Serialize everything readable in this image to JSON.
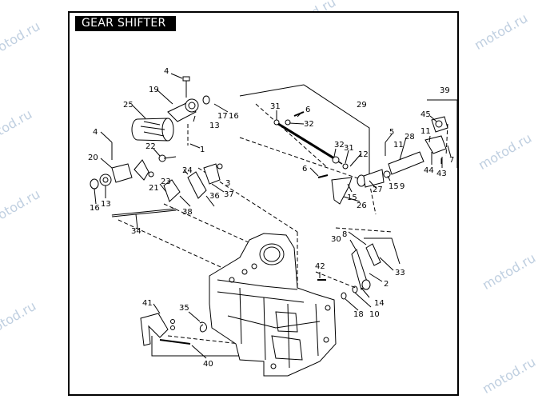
{
  "title": "GEAR SHIFTER",
  "watermark": "motod.ru",
  "part_labels": [
    {
      "id": "c1",
      "text": "1"
    },
    {
      "id": "c2",
      "text": "2"
    },
    {
      "id": "c3",
      "text": "3"
    },
    {
      "id": "c4a",
      "text": "4"
    },
    {
      "id": "c4b",
      "text": "4"
    },
    {
      "id": "c5",
      "text": "5"
    },
    {
      "id": "c6a",
      "text": "6"
    },
    {
      "id": "c6b",
      "text": "6"
    },
    {
      "id": "c7",
      "text": "7"
    },
    {
      "id": "c8",
      "text": "8"
    },
    {
      "id": "c9",
      "text": "9"
    },
    {
      "id": "c10",
      "text": "10"
    },
    {
      "id": "c11a",
      "text": "11"
    },
    {
      "id": "c11b",
      "text": "11"
    },
    {
      "id": "c12",
      "text": "12"
    },
    {
      "id": "c13a",
      "text": "13"
    },
    {
      "id": "c13b",
      "text": "13"
    },
    {
      "id": "c14",
      "text": "14"
    },
    {
      "id": "c15a",
      "text": "15"
    },
    {
      "id": "c15b",
      "text": "15"
    },
    {
      "id": "c16a",
      "text": "16"
    },
    {
      "id": "c16b",
      "text": "16"
    },
    {
      "id": "c17",
      "text": "17"
    },
    {
      "id": "c18",
      "text": "18"
    },
    {
      "id": "c19",
      "text": "19"
    },
    {
      "id": "c20",
      "text": "20"
    },
    {
      "id": "c21",
      "text": "21"
    },
    {
      "id": "c22",
      "text": "22"
    },
    {
      "id": "c23",
      "text": "23"
    },
    {
      "id": "c24",
      "text": "24"
    },
    {
      "id": "c25",
      "text": "25"
    },
    {
      "id": "c26",
      "text": "26"
    },
    {
      "id": "c27",
      "text": "27"
    },
    {
      "id": "c28",
      "text": "28"
    },
    {
      "id": "c29",
      "text": "29"
    },
    {
      "id": "c30",
      "text": "30"
    },
    {
      "id": "c31a",
      "text": "31"
    },
    {
      "id": "c31b",
      "text": "31"
    },
    {
      "id": "c32a",
      "text": "32"
    },
    {
      "id": "c32b",
      "text": "32"
    },
    {
      "id": "c33",
      "text": "33"
    },
    {
      "id": "c34",
      "text": "34"
    },
    {
      "id": "c35",
      "text": "35"
    },
    {
      "id": "c36",
      "text": "36"
    },
    {
      "id": "c37",
      "text": "37"
    },
    {
      "id": "c38",
      "text": "38"
    },
    {
      "id": "c39",
      "text": "39"
    },
    {
      "id": "c40",
      "text": "40"
    },
    {
      "id": "c41",
      "text": "41"
    },
    {
      "id": "c42",
      "text": "42"
    },
    {
      "id": "c43",
      "text": "43"
    },
    {
      "id": "c44",
      "text": "44"
    },
    {
      "id": "c45",
      "text": "45"
    }
  ]
}
